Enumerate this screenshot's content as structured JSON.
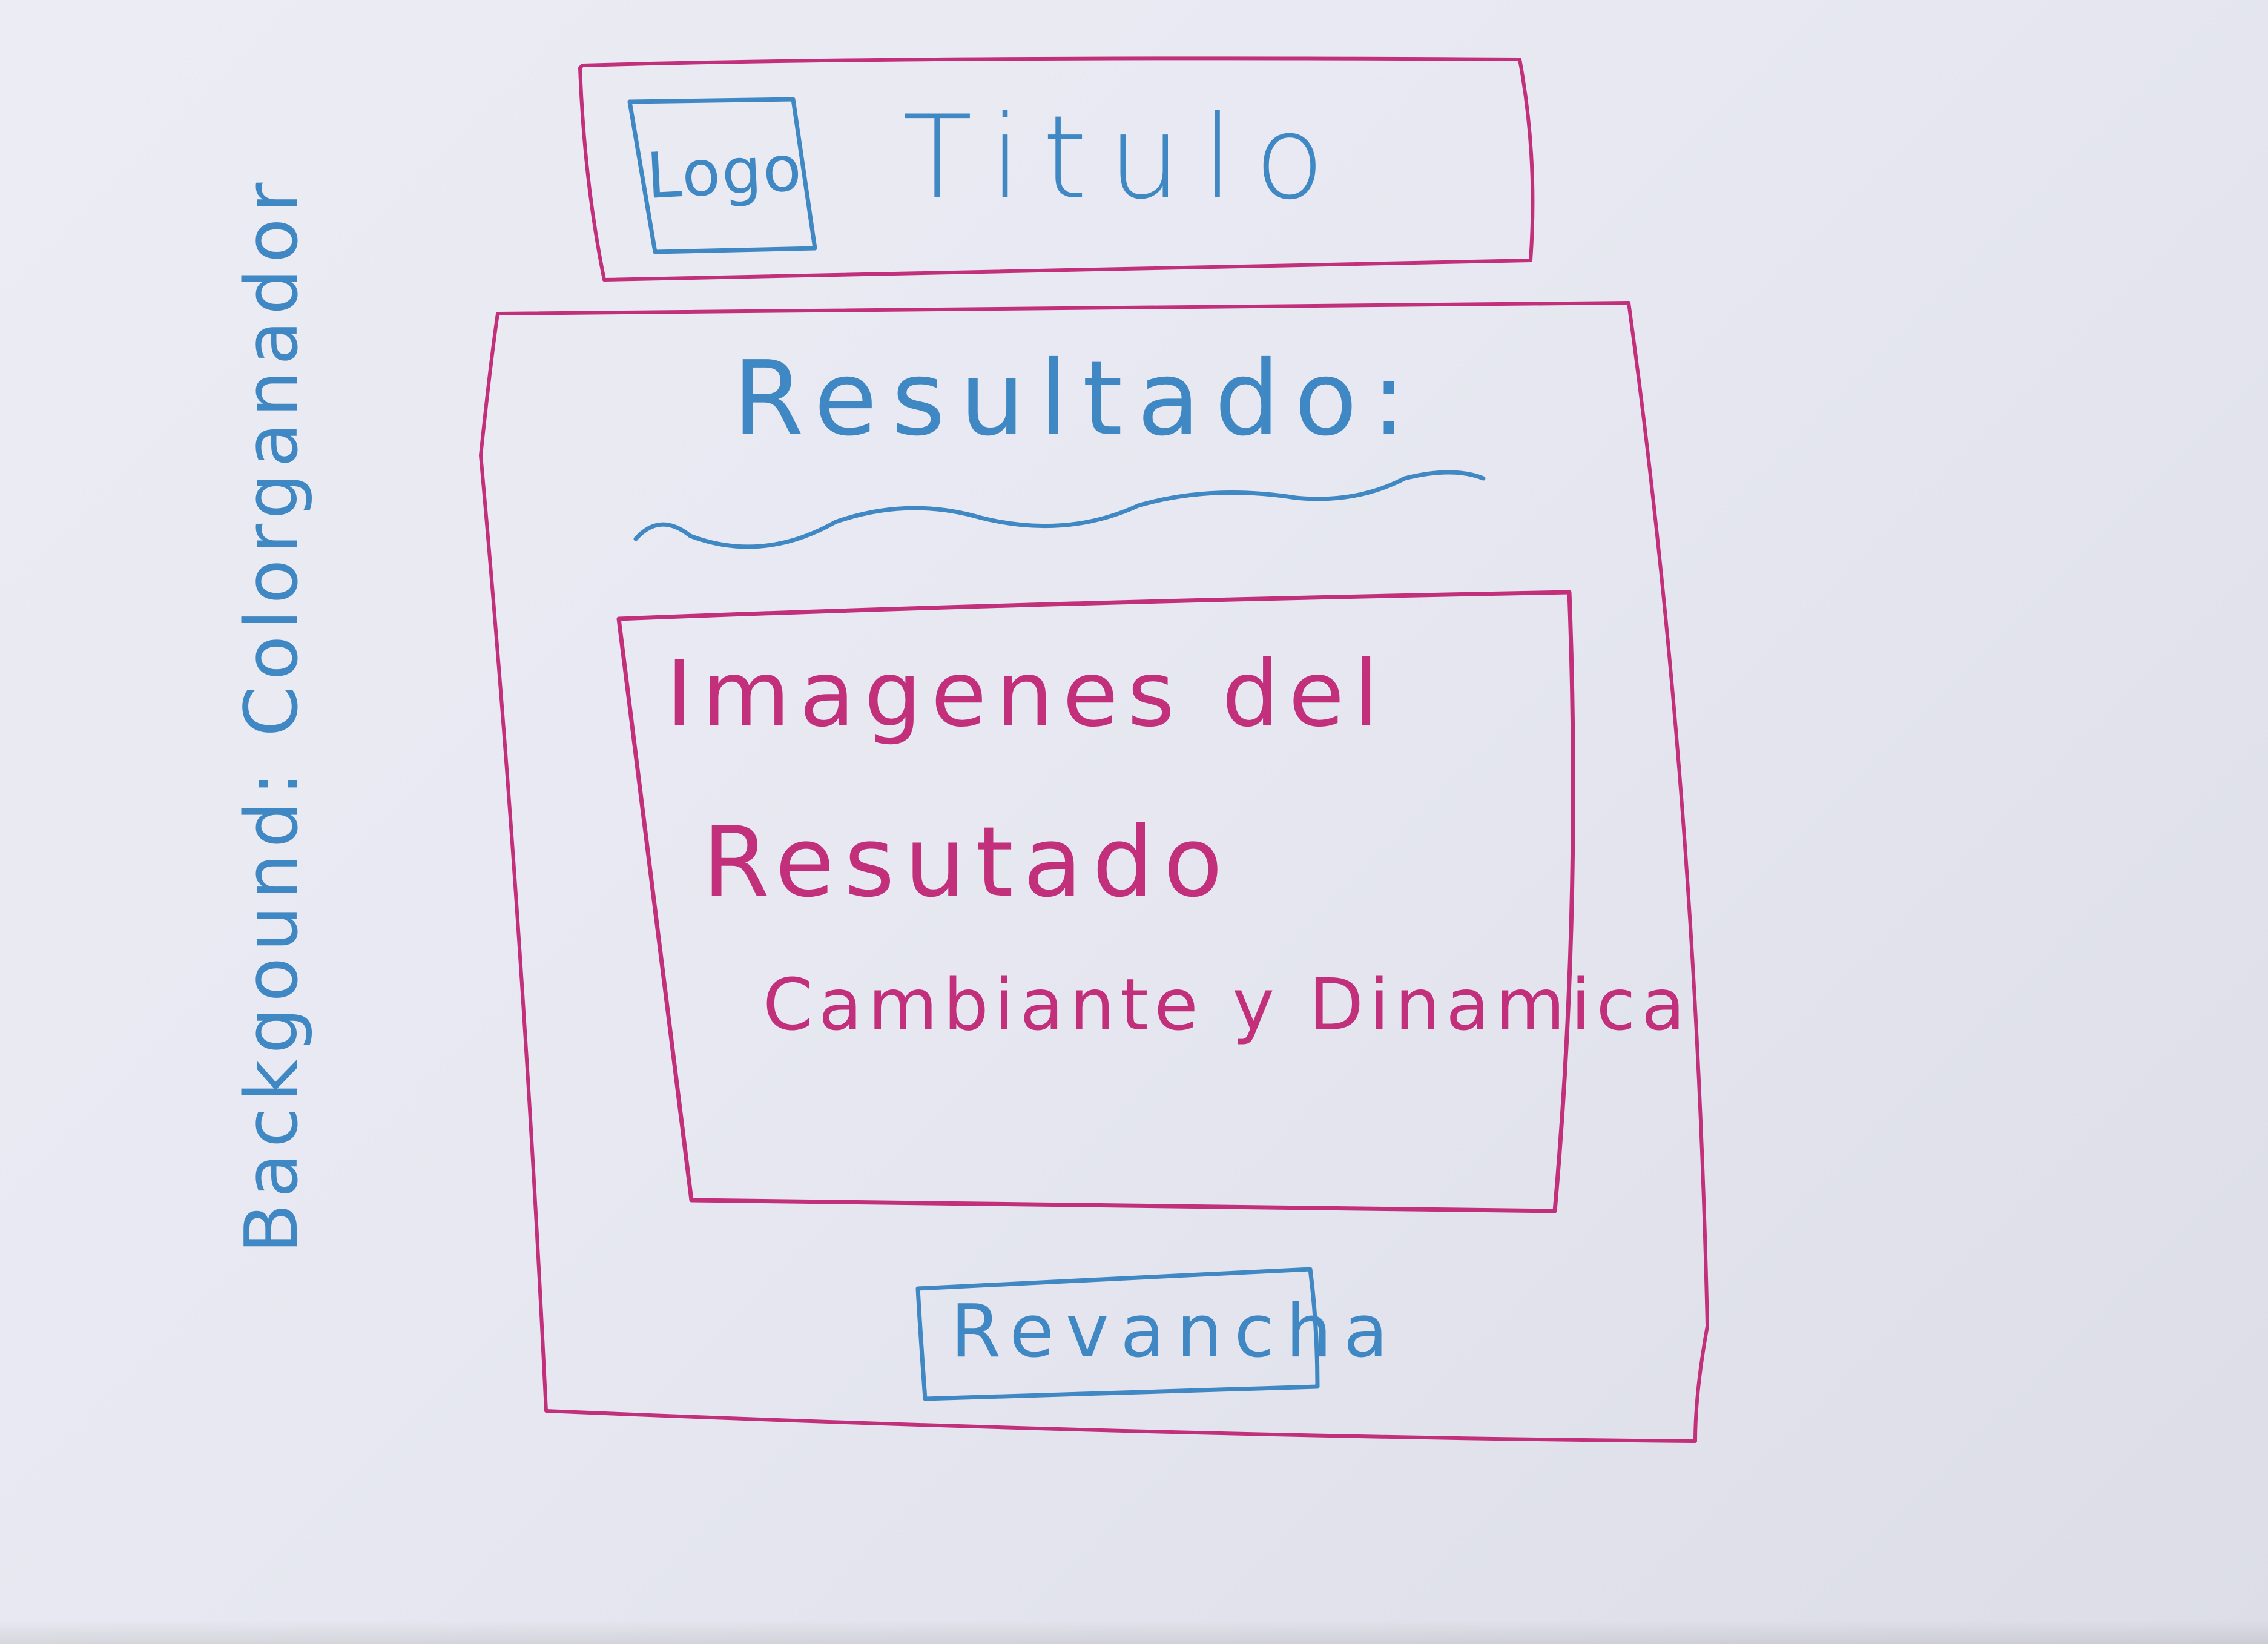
{
  "header": {
    "logo_label": "Logo",
    "title": "Titulo"
  },
  "main": {
    "result_label": "Resultado:",
    "image_area": {
      "line1": "Imagenes del",
      "line2": "Resutado",
      "line3": "Cambiante y Dinamica"
    },
    "rematch_button_label": "Revancha"
  },
  "annotation": {
    "background_note": "Backgound: Colorganador"
  },
  "colors": {
    "pen_blue": "#3f88c4",
    "pen_pink": "#c2307c",
    "paper": "#e9e9f2"
  }
}
